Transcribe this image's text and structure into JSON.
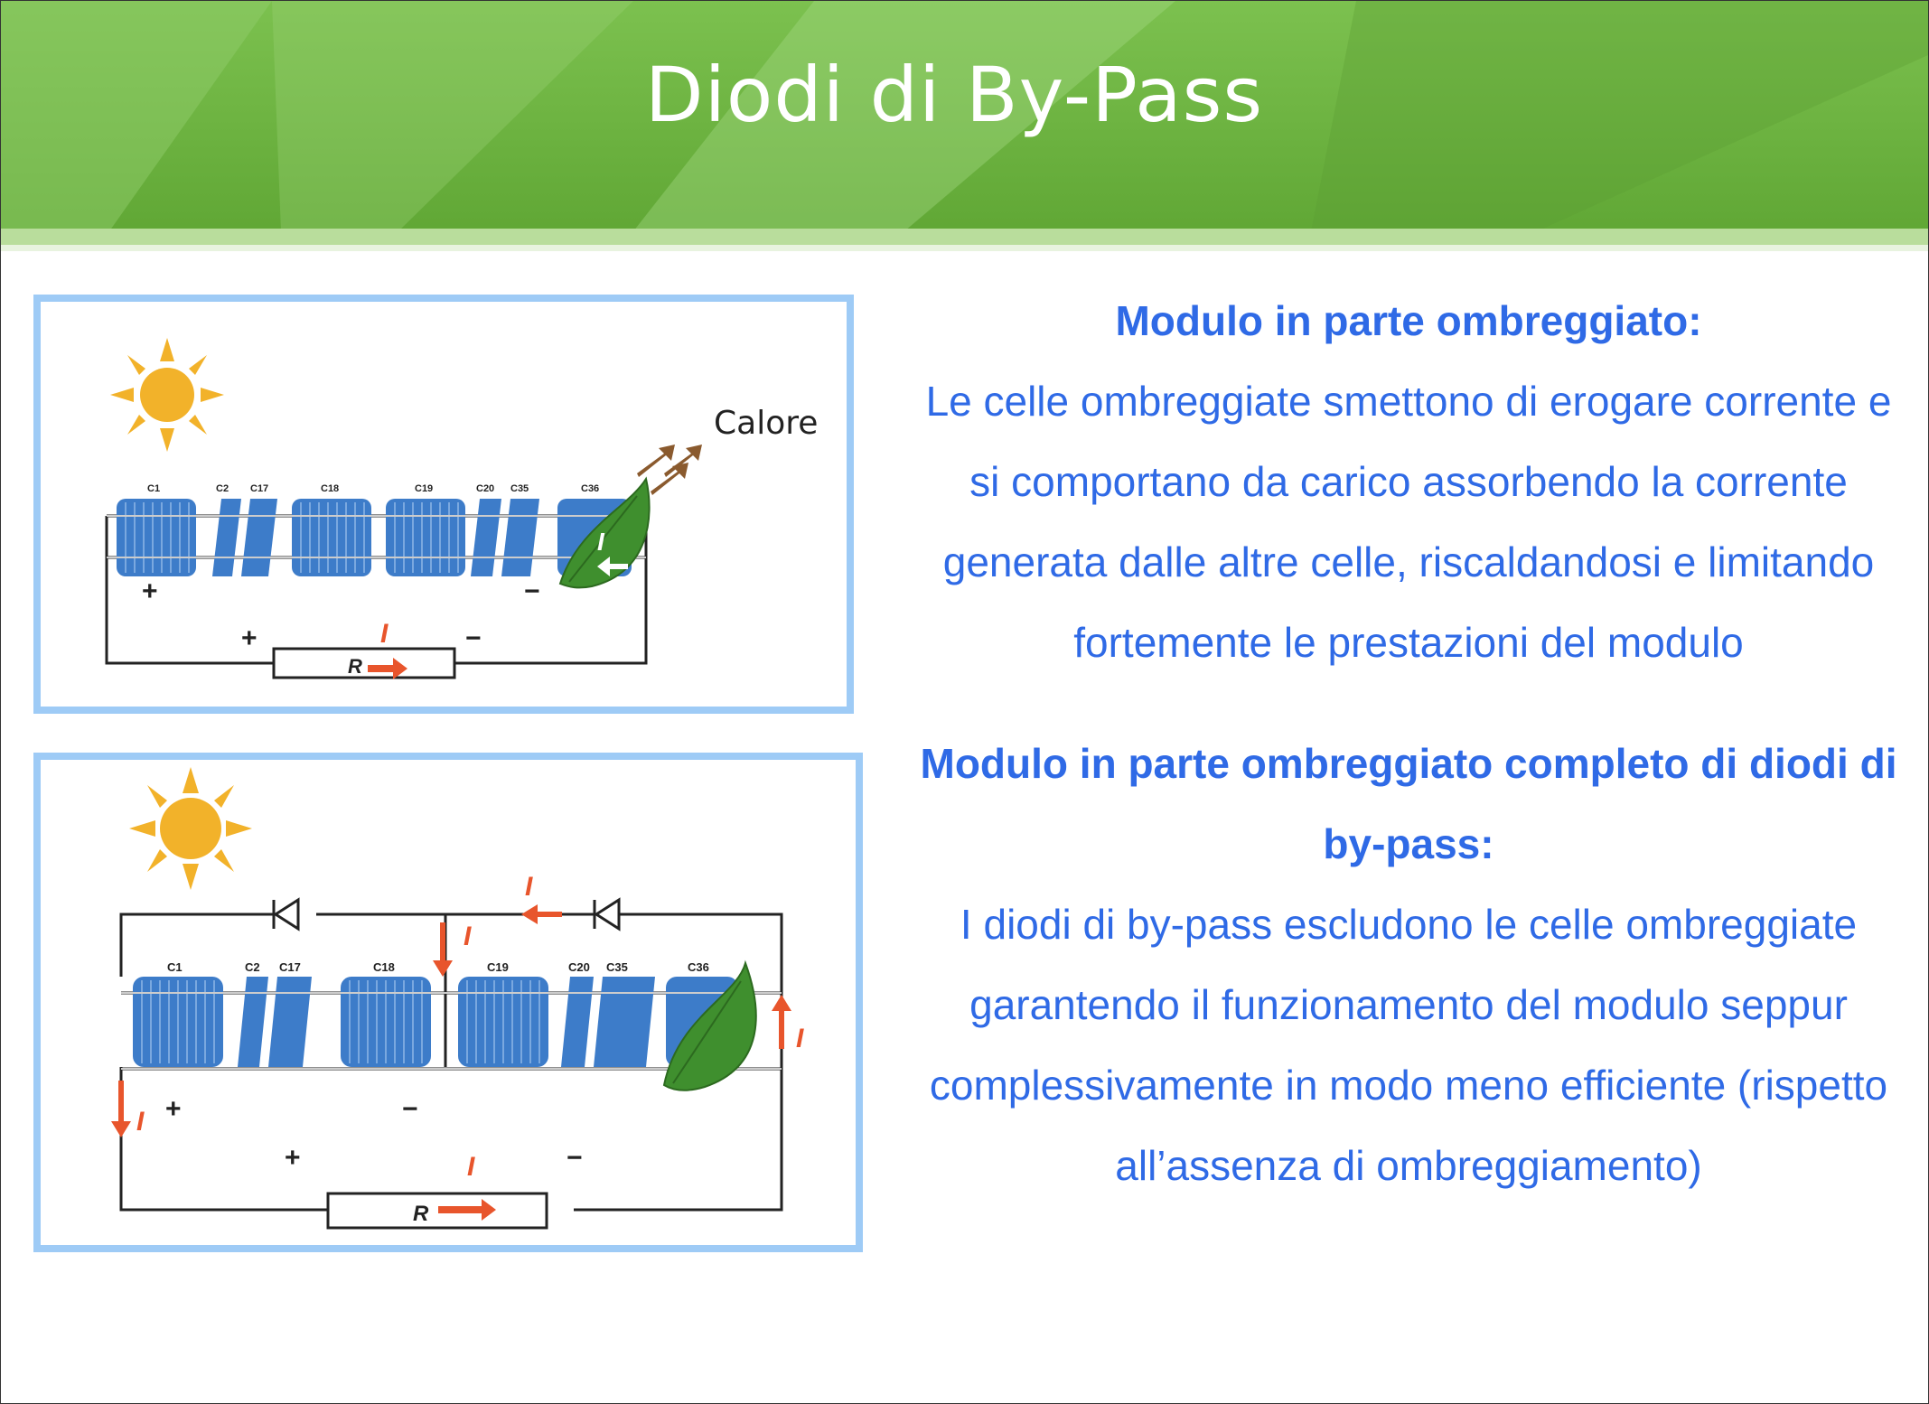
{
  "slide": {
    "title": "Diodi di By-Pass",
    "colors": {
      "header_green": "#6cb33f",
      "text_blue": "#2f6ae6",
      "frame_blue": "#9ecbf6",
      "cell_blue": "#3d7cc9",
      "current_orange": "#e8552c",
      "leaf_green": "#3f8f2e",
      "sun_yellow": "#f2b22a"
    }
  },
  "figure1": {
    "heat_label": "Calore",
    "cell_labels": [
      "C1",
      "C2",
      "C17",
      "C18",
      "C19",
      "C20",
      "C35",
      "C36"
    ],
    "plus": "+",
    "minus": "−",
    "resistor": "R",
    "current": "I"
  },
  "figure2": {
    "cell_labels": [
      "C1",
      "C2",
      "C17",
      "C18",
      "C19",
      "C20",
      "C35",
      "C36"
    ],
    "plus": "+",
    "minus": "−",
    "resistor": "R",
    "current": "I"
  },
  "text": {
    "heading1": "Modulo in parte ombreggiato:",
    "body1": "Le celle ombreggiate smettono di erogare corrente e si comportano da carico assorbendo la corrente generata dalle altre celle, riscaldandosi e limitando fortemente le prestazioni del modulo",
    "heading2": "Modulo in parte ombreggiato completo di diodi di by-pass:",
    "body2": "I diodi di by-pass escludono le celle ombreggiate garantendo il funzionamento del modulo seppur complessivamente in modo meno efficiente (rispetto all’assenza di ombreggiamento)"
  }
}
